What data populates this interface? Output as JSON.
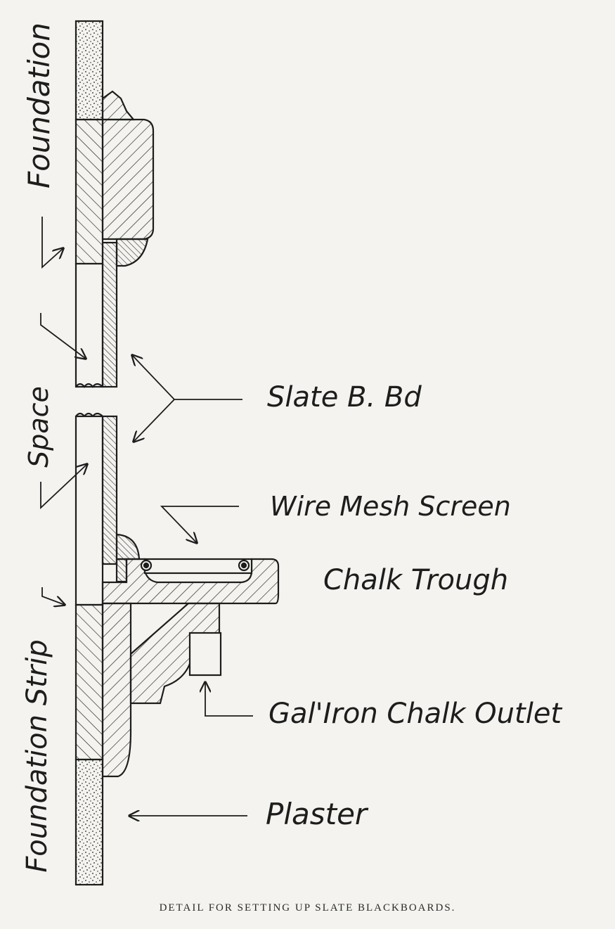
{
  "labels": {
    "foundation": "Foundation",
    "space": "Space",
    "foundation_strip": "Foundation Strip",
    "slate": "Slate B. Bd",
    "wire_mesh": "Wire Mesh Screen",
    "chalk_trough": "Chalk Trough",
    "chalk_outlet": "Gal'Iron Chalk Outlet",
    "plaster": "Plaster"
  },
  "caption": "DETAIL FOR SETTING UP SLATE BLACKBOARDS.",
  "colors": {
    "ink": "#1d1d1d",
    "paper": "#f4f3ef"
  }
}
